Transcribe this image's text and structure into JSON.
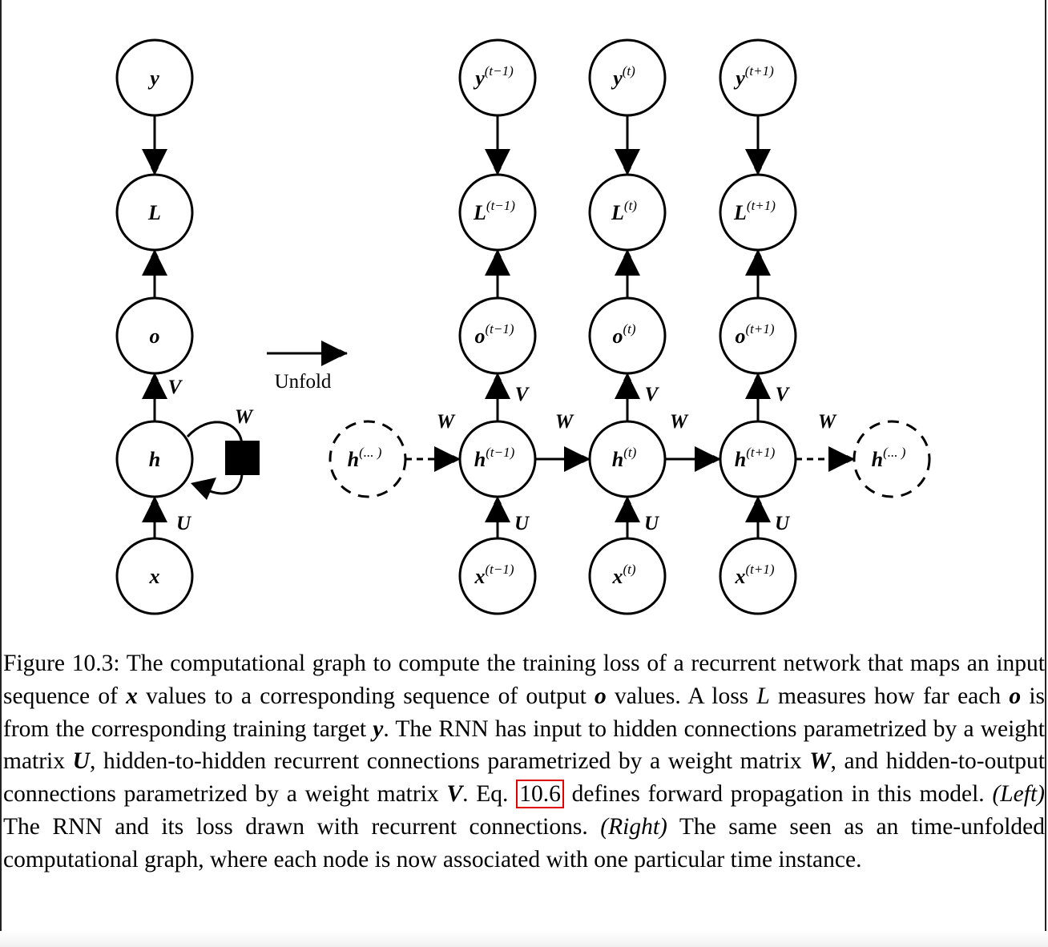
{
  "diagram": {
    "unfold_label": "Unfold",
    "left": {
      "nodes": [
        {
          "id": "y",
          "label": "y",
          "sup": ""
        },
        {
          "id": "L",
          "label": "L",
          "sup": ""
        },
        {
          "id": "o",
          "label": "o",
          "sup": ""
        },
        {
          "id": "h",
          "label": "h",
          "sup": ""
        },
        {
          "id": "x",
          "label": "x",
          "sup": ""
        }
      ],
      "edge_labels": {
        "V": "V",
        "W": "W",
        "U": "U"
      }
    },
    "right": {
      "time_steps": [
        {
          "y": "y",
          "y_sup": "(t−1)",
          "L": "L",
          "L_sup": "(t−1)",
          "o": "o",
          "o_sup": "(t−1)",
          "h": "h",
          "h_sup": "(t−1)",
          "x": "x",
          "x_sup": "(t−1)"
        },
        {
          "y": "y",
          "y_sup": "(t)",
          "L": "L",
          "L_sup": "(t)",
          "o": "o",
          "o_sup": "(t)",
          "h": "h",
          "h_sup": "(t)",
          "x": "x",
          "x_sup": "(t)"
        },
        {
          "y": "y",
          "y_sup": "(t+1)",
          "L": "L",
          "L_sup": "(t+1)",
          "o": "o",
          "o_sup": "(t+1)",
          "h": "h",
          "h_sup": "(t+1)",
          "x": "x",
          "x_sup": "(t+1)"
        }
      ],
      "boundary_nodes": [
        {
          "label": "h",
          "sup": "(... )"
        },
        {
          "label": "h",
          "sup": "(... )"
        }
      ],
      "edge_labels": {
        "V": "V",
        "W": "W",
        "U": "U"
      }
    }
  },
  "caption": {
    "prefix": "Figure 10.3: The computational graph to compute the training loss of a recurrent network that maps an input sequence of ",
    "var_x": "x",
    "part2": " values to a corresponding sequence of output ",
    "var_o": "o",
    "part3": " values. A loss ",
    "var_L": "L",
    "part4": " measures how far each ",
    "var_o2": "o",
    "part5": " is from the corresponding training target ",
    "var_y": "y",
    "part6": ". The RNN has input to hidden connections parametrized by a weight matrix ",
    "var_U": "U",
    "part7": ", hidden-to-hidden recurrent connections parametrized by a weight matrix ",
    "var_W": "W",
    "part8": ", and hidden-to-output connections parametrized by a weight matrix ",
    "var_V": "V",
    "part9": ". Eq. ",
    "eq_ref": "10.6",
    "part10": " defines forward propagation in this model. ",
    "left_tag": "(Left)",
    "part11": " The RNN and its loss drawn with recurrent connections. ",
    "right_tag": "(Right)",
    "part12": " The same seen as an time-unfolded computational graph, where each node is now associated with one particular time instance.",
    "ref_color": "#e00000"
  }
}
